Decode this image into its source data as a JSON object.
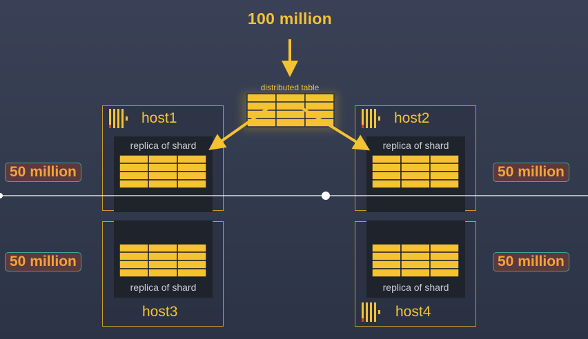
{
  "diagram": {
    "title": "100 million",
    "distributed_label": "distributed table",
    "replica_label": "replica of shard",
    "hosts": [
      "host1",
      "host2",
      "host3",
      "host4"
    ],
    "badge_text": "50 million"
  },
  "colors": {
    "accent": "#f5c232",
    "table_cell": "#f5c232",
    "badge_text": "#f6a23a",
    "badge_border": "#3aa8a0",
    "badge_bg": "#5a3a3d",
    "box_border": "#c89a2c",
    "panel": "#1f232b"
  }
}
